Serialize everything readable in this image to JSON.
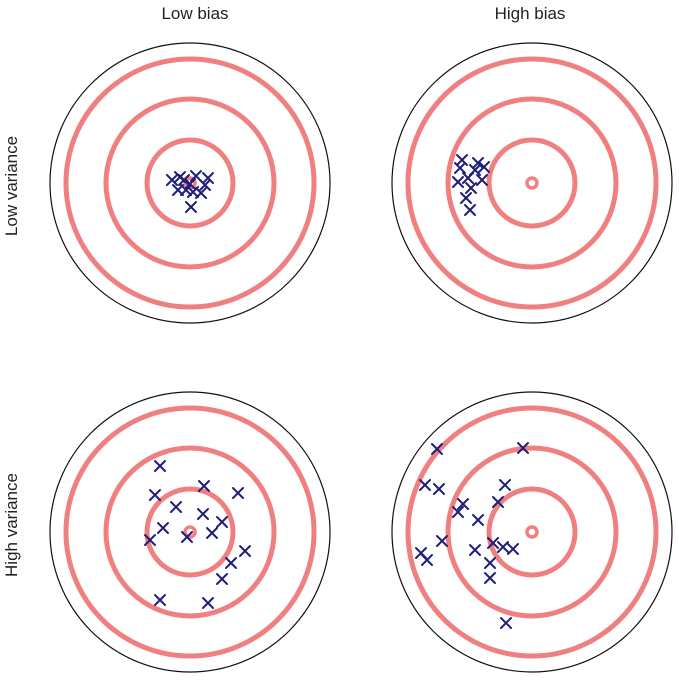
{
  "columns": [
    "Low bias",
    "High bias"
  ],
  "rows": [
    "Low variance",
    "High variance"
  ],
  "colors": {
    "ring": "#f08080",
    "outline": "#111111",
    "marker": "#1f1f7a",
    "text": "#222222"
  },
  "icons": {
    "target": "target-icon",
    "marker": "x-mark-icon"
  }
}
